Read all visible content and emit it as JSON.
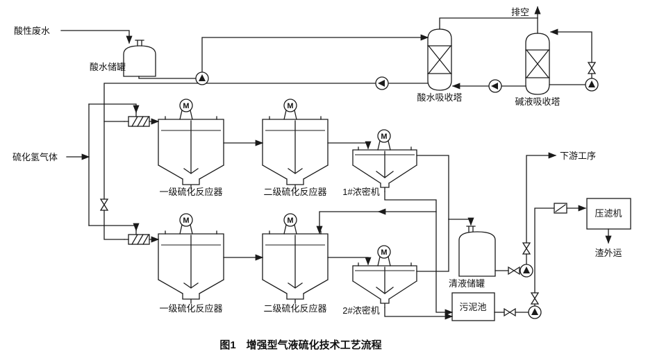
{
  "caption": "图1　增强型气液硫化技术工艺流程",
  "labels": {
    "acid_wastewater": "酸性废水",
    "acid_water_tank": "酸水储罐",
    "h2s_gas": "硫化氢气体",
    "stage1_reactor": "一级硫化反应器",
    "stage2_reactor": "二级硫化反应器",
    "thickener_1": "1#浓密机",
    "thickener_2": "2#浓密机",
    "vent": "排空",
    "acid_water_tower": "酸水吸收塔",
    "alkali_tower": "碱液吸收塔",
    "clear_liquid_tank": "清液储罐",
    "sludge_pool": "污泥池",
    "filter_press": "压滤机",
    "downstream_process": "下游工序",
    "slag_transport": "渣外运",
    "motor": "M"
  },
  "colors": {
    "line": "#1a1a1a",
    "background": "#ffffff"
  }
}
